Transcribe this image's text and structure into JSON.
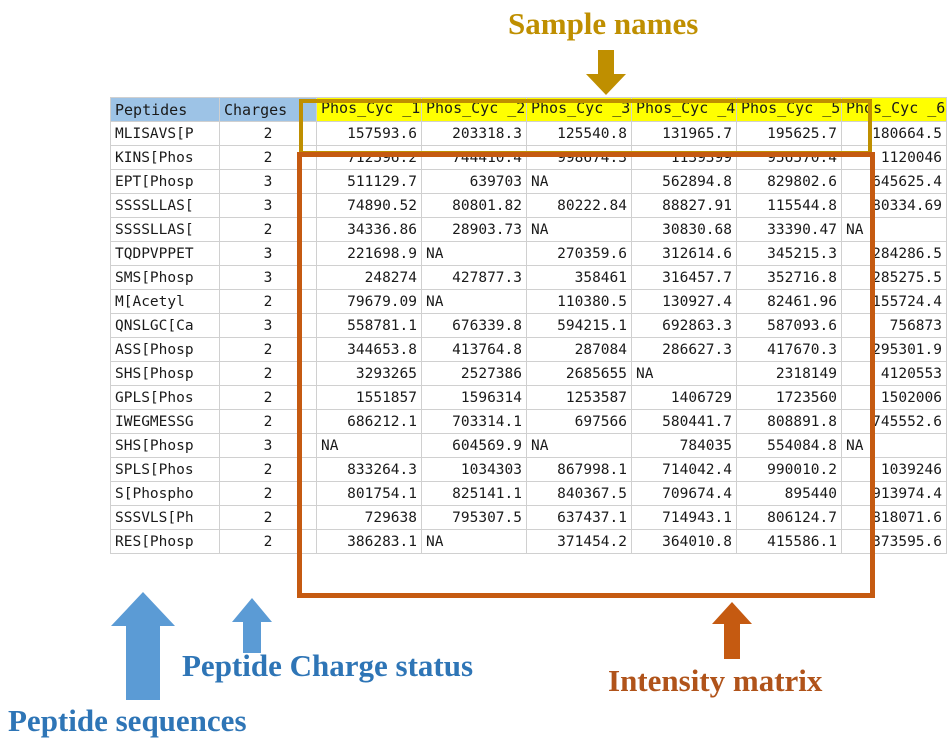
{
  "annotations": {
    "sample_names": "Sample names",
    "intensity_matrix": "Intensity matrix",
    "peptide_charge_status": "Peptide Charge status",
    "peptide_sequences": "Peptide sequences"
  },
  "colors": {
    "gold": "#BF8F00",
    "orange": "#C55A11",
    "blue": "#2E75B6",
    "header_blue": "#9DC3E6",
    "header_yellow": "#FFFF00",
    "intensity_label": "#B0531A"
  },
  "table": {
    "headers": {
      "peptides": "Peptides",
      "charges": "Charges",
      "samples": [
        "Phos_Cyc _1",
        "Phos_Cyc _2",
        "Phos_Cyc _3",
        "Phos_Cyc _4",
        "Phos_Cyc _5",
        "Phos_Cyc _6"
      ]
    },
    "rows": [
      {
        "peptide": "MLISAVS[P",
        "charge": "2",
        "values": [
          "157593.6",
          "203318.3",
          "125540.8",
          "131965.7",
          "195625.7",
          "180664.5"
        ]
      },
      {
        "peptide": "KINS[Phos",
        "charge": "2",
        "values": [
          "712596.2",
          "744410.4",
          "998674.3",
          "1139399",
          "956570.4",
          "1120046"
        ]
      },
      {
        "peptide": "EPT[Phosp",
        "charge": "3",
        "values": [
          "511129.7",
          "639703",
          "NA",
          "562894.8",
          "829802.6",
          "645625.4"
        ]
      },
      {
        "peptide": "SSSSLLAS[",
        "charge": "3",
        "values": [
          "74890.52",
          "80801.82",
          "80222.84",
          "88827.91",
          "115544.8",
          "80334.69"
        ]
      },
      {
        "peptide": "SSSSLLAS[",
        "charge": "2",
        "values": [
          "34336.86",
          "28903.73",
          "NA",
          "30830.68",
          "33390.47",
          "NA"
        ]
      },
      {
        "peptide": "TQDPVPPET",
        "charge": "3",
        "values": [
          "221698.9",
          "NA",
          "270359.6",
          "312614.6",
          "345215.3",
          "284286.5"
        ]
      },
      {
        "peptide": "SMS[Phosp",
        "charge": "3",
        "values": [
          "248274",
          "427877.3",
          "358461",
          "316457.7",
          "352716.8",
          "285275.5"
        ]
      },
      {
        "peptide": "M[Acetyl",
        "charge": "2",
        "values": [
          "79679.09",
          "NA",
          "110380.5",
          "130927.4",
          "82461.96",
          "155724.4"
        ]
      },
      {
        "peptide": "QNSLGC[Ca",
        "charge": "3",
        "values": [
          "558781.1",
          "676339.8",
          "594215.1",
          "692863.3",
          "587093.6",
          "756873"
        ]
      },
      {
        "peptide": "ASS[Phosp",
        "charge": "2",
        "values": [
          "344653.8",
          "413764.8",
          "287084",
          "286627.3",
          "417670.3",
          "295301.9"
        ]
      },
      {
        "peptide": "SHS[Phosp",
        "charge": "2",
        "values": [
          "3293265",
          "2527386",
          "2685655",
          "NA",
          "2318149",
          "4120553"
        ]
      },
      {
        "peptide": "GPLS[Phos",
        "charge": "2",
        "values": [
          "1551857",
          "1596314",
          "1253587",
          "1406729",
          "1723560",
          "1502006"
        ]
      },
      {
        "peptide": "IWEGMESSG",
        "charge": "2",
        "values": [
          "686212.1",
          "703314.1",
          "697566",
          "580441.7",
          "808891.8",
          "745552.6"
        ]
      },
      {
        "peptide": "SHS[Phosp",
        "charge": "3",
        "values": [
          "NA",
          "604569.9",
          "NA",
          "784035",
          "554084.8",
          "NA"
        ]
      },
      {
        "peptide": "SPLS[Phos",
        "charge": "2",
        "values": [
          "833264.3",
          "1034303",
          "867998.1",
          "714042.4",
          "990010.2",
          "1039246"
        ]
      },
      {
        "peptide": "S[Phospho",
        "charge": "2",
        "values": [
          "801754.1",
          "825141.1",
          "840367.5",
          "709674.4",
          "895440",
          "913974.4"
        ]
      },
      {
        "peptide": "SSSVLS[Ph",
        "charge": "2",
        "values": [
          "729638",
          "795307.5",
          "637437.1",
          "714943.1",
          "806124.7",
          "818071.6"
        ]
      },
      {
        "peptide": "RES[Phosp",
        "charge": "2",
        "values": [
          "386283.1",
          "NA",
          "371454.2",
          "364010.8",
          "415586.1",
          "373595.6"
        ]
      }
    ]
  }
}
